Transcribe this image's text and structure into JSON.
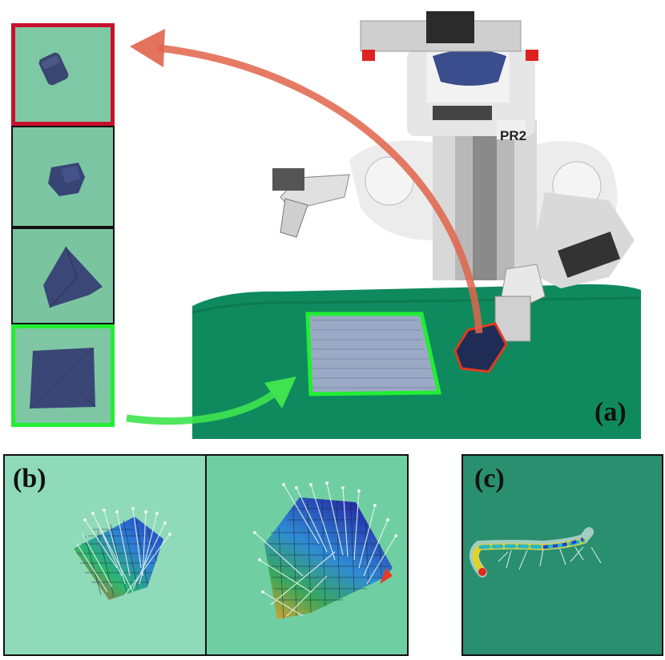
{
  "labels": {
    "panel_a": "(a)",
    "panel_b": "(b)",
    "panel_c": "(c)",
    "robot_badge": "PR2"
  },
  "colors": {
    "goal_highlight": "#c8102e",
    "start_highlight": "#22ee33",
    "arrow_goal": "#e0644a",
    "arrow_start": "#3ee34e",
    "table_green": "#0f8a5f",
    "thumb_bg": "#7fc4a3",
    "cloth": "#3c4a78"
  },
  "icons": {
    "robot": "pr2-robot-illustration",
    "cloth": "cloth-shape"
  }
}
